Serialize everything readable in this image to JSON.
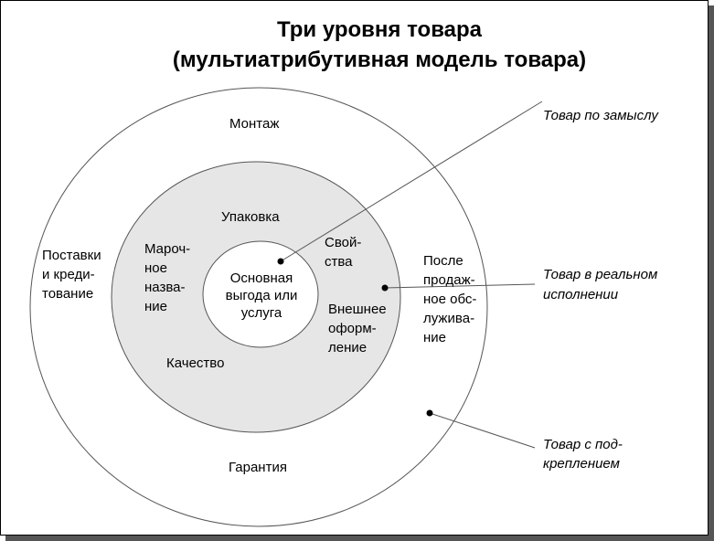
{
  "title": {
    "line1": "Три  уровня товара",
    "line2": "(мультиатрибутивная модель товара)"
  },
  "inner": {
    "lines": [
      "Основная",
      "выгода или",
      "услуга"
    ]
  },
  "middle": {
    "fill_color": "#e6e6e6",
    "packaging": "Упаковка",
    "brand": [
      "Мароч-",
      "ное",
      "назва-",
      "ние"
    ],
    "properties": [
      "Свой-",
      "ства"
    ],
    "design": [
      "Внешнее",
      "оформ-",
      "ление"
    ],
    "quality": "Качество"
  },
  "outer": {
    "installation": "Монтаж",
    "credit": [
      "Поставки",
      "и креди-",
      "тование"
    ],
    "aftersales": [
      "После",
      "продаж-",
      "ное обс-",
      "луживa-",
      "ние"
    ],
    "warranty": "Гарантия"
  },
  "callouts": {
    "concept": [
      "Товар по замыслу"
    ],
    "actual": [
      "Товар в реальном",
      "исполнении"
    ],
    "augmented": [
      "Товар с под-",
      "креплением"
    ]
  }
}
